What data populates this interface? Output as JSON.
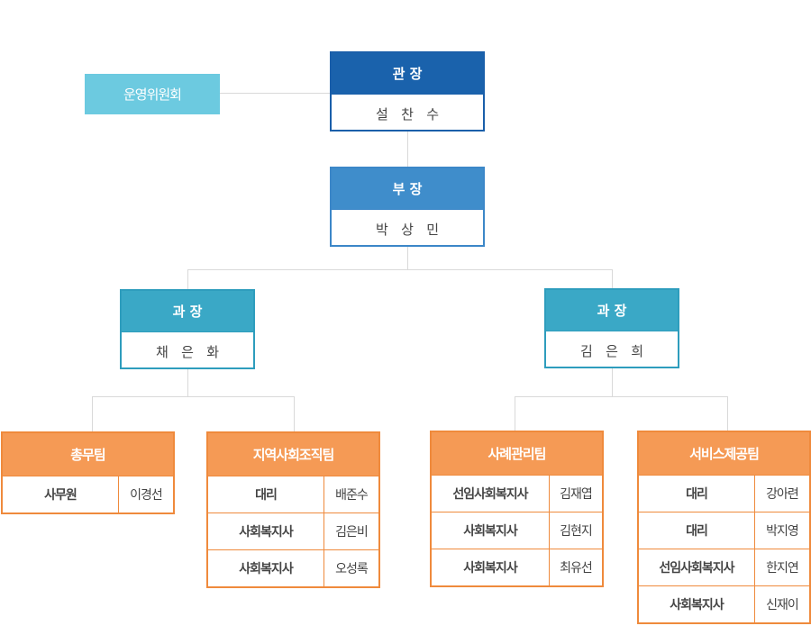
{
  "committee": {
    "label": "운영위원회"
  },
  "director": {
    "title": "관 장",
    "name": "설   찬   수"
  },
  "deputy": {
    "title": "부 장",
    "name": "박   상   민"
  },
  "sections": [
    {
      "title": "과 장",
      "name": "채   은   화"
    },
    {
      "title": "과 장",
      "name": "김   은   희"
    }
  ],
  "teams": [
    {
      "name": "총무팀",
      "members": [
        {
          "role": "사무원",
          "person": "이경선"
        }
      ]
    },
    {
      "name": "지역사회조직팀",
      "members": [
        {
          "role": "대리",
          "person": "배준수"
        },
        {
          "role": "사회복지사",
          "person": "김은비"
        },
        {
          "role": "사회복지사",
          "person": "오성록"
        }
      ]
    },
    {
      "name": "사례관리팀",
      "members": [
        {
          "role": "선임사회복지사",
          "person": "김재엽"
        },
        {
          "role": "사회복지사",
          "person": "김현지"
        },
        {
          "role": "사회복지사",
          "person": "최유선"
        }
      ]
    },
    {
      "name": "서비스제공팀",
      "members": [
        {
          "role": "대리",
          "person": "강아련"
        },
        {
          "role": "대리",
          "person": "박지영"
        },
        {
          "role": "선임사회복지사",
          "person": "한지연"
        },
        {
          "role": "사회복지사",
          "person": "신재이"
        }
      ]
    }
  ],
  "colors": {
    "director": "#1a62ac",
    "deputy": "#3f8dcb",
    "section": "#3aa8c6",
    "team": "#f59a55",
    "committee": "#6ccae0",
    "connector": "#d9d9d9"
  }
}
